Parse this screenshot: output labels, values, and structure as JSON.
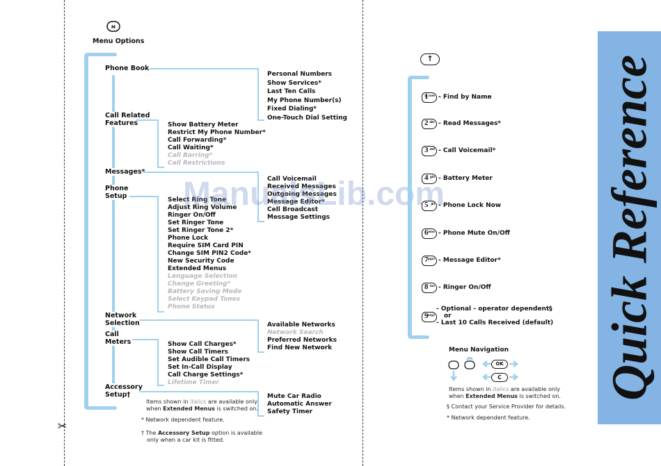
{
  "watermark": "ManualsLib.com",
  "left": {
    "menu_options_label": "Menu Options",
    "categories": {
      "phone_book": "Phone Book",
      "call_related_1": "Call Related",
      "call_related_2": "Features",
      "messages": "Messages*",
      "phone_setup_1": "Phone",
      "phone_setup_2": "Setup",
      "network_1": "Network",
      "network_2": "Selection",
      "call_meters_1": "Call",
      "call_meters_2": "Meters",
      "accessory_1": "Accessory",
      "accessory_2": "Setup†"
    },
    "phone_book_items": [
      "Personal Numbers",
      "Show Services*",
      "Last Ten Calls",
      "My Phone Number(s)",
      "Fixed Dialing*",
      "One-Touch Dial Setting"
    ],
    "call_related_items": [
      "Show Battery Meter",
      "Restrict My Phone Number*",
      "Call Forwarding*",
      "Call Waiting*"
    ],
    "call_related_italic": [
      "Call Barring*",
      "Call Restrictions"
    ],
    "messages_items": [
      "Call Voicemail",
      "Received Messages",
      "Outgoing Messages",
      "Message Editor*",
      "Cell Broadcast",
      "Message Settings"
    ],
    "phone_setup_items": [
      "Select Ring Tone",
      "Adjust Ring Volume",
      "Ringer On/Off",
      "Set Ringer Tone",
      "Set Ringer Tone 2*",
      "Phone Lock",
      "Require SIM Card PIN",
      "Change SIM PIN2 Code*",
      "New Security Code",
      "Extended Menus"
    ],
    "phone_setup_italic": [
      "Language Selection",
      "Change Greeting*",
      "Battery Saving Mode",
      "Select Keypad Tones",
      "Phone Status"
    ],
    "network_items": [
      "Available Networks"
    ],
    "network_italic": "Network Search",
    "network_items_2": [
      "Preferred Networks",
      "Find New Network"
    ],
    "call_meters_items": [
      "Show Call Charges*",
      "Show Call Timers",
      "Set Audible Call Timers",
      "Set In-Call Display",
      "Call Charge Settings*"
    ],
    "call_meters_italic": "Lifetime Timer",
    "accessory_items": [
      "Mute Car Radio",
      "Automatic Answer",
      "Safety Timer"
    ],
    "notes": {
      "italics_1a": "Items shown in ",
      "italics_1b": "italics",
      "italics_1c": " are available only",
      "italics_2a": "when ",
      "italics_2b": "Extended Menus",
      "italics_2c": " is switched on.",
      "network_dep": "* Network dependent feature.",
      "accessory_1a": "† The ",
      "accessory_1b": "Accessory Setup",
      "accessory_1c": " option is available",
      "accessory_2": "only when a car kit is fitted."
    }
  },
  "right": {
    "quick_items": [
      {
        "digit": "1",
        "sub": "@.com",
        "label": "- Find by Name"
      },
      {
        "digit": "2",
        "sub": "abc",
        "label": "- Read Messages*"
      },
      {
        "digit": "3",
        "sub": "def",
        "label": "- Call Voicemail*"
      },
      {
        "digit": "4",
        "sub": "ghi",
        "label": "- Battery Meter"
      },
      {
        "digit": "5",
        "sub": "jkl",
        "label": "- Phone Lock Now"
      },
      {
        "digit": "6",
        "sub": "mno",
        "label": "- Phone Mute On/Off"
      },
      {
        "digit": "7",
        "sub": "pqrs",
        "label": "- Message Editor*"
      },
      {
        "digit": "8",
        "sub": "tuv",
        "label": "- Ringer On/Off"
      },
      {
        "digit": "9",
        "sub": "wxyz",
        "label": "- Optional - operator dependent§"
      }
    ],
    "key9_line2": "or",
    "key9_line3": "- Last 10 Calls Received (default)",
    "menu_navigation": "Menu Navigation",
    "ok_key": "OK",
    "c_key": "C",
    "up_arrow": "↑",
    "notes": {
      "italics_1a": "Items shown in ",
      "italics_1b": "italics",
      "italics_1c": " are available only",
      "italics_2a": "when ",
      "italics_2b": "Extended Menus",
      "italics_2c": " is switched on.",
      "provider": "§  Contact your Service Provider for details.",
      "network_dep": "* Network dependent feature."
    }
  },
  "quick_reference": "Quick Reference",
  "colors": {
    "accent_blue": "#9fd0ee",
    "band_blue": "#84b4e4"
  }
}
